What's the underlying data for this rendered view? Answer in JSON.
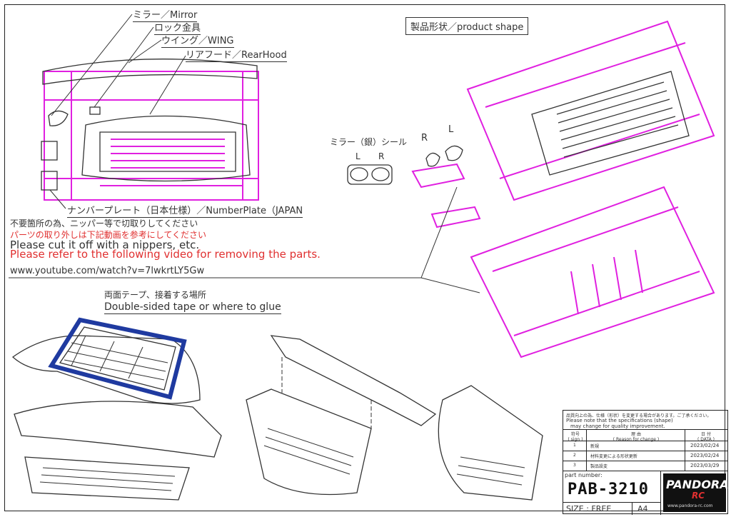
{
  "labels": {
    "mirror": "ミラー／Mirror",
    "lock": "ロック金具",
    "wing": "ウイング／WING",
    "rear_hood": "リアフード／RearHood",
    "product_shape": "製品形状／product shape",
    "mirror_seal": "ミラー（銀）シール",
    "L": "L",
    "R": "R",
    "number_plate": "ナンバープレート（日本仕様）／NumberPlate（JAPAN",
    "double_sided_jp": "両面テープ、接着する場所",
    "double_sided_en": "Double-sided tape or where to glue"
  },
  "instructions": {
    "jp1": "不要箇所の為、ニッパー等で切取りしてください",
    "jp2": "パーツの取り外しは下記動画を参考にしてください",
    "en1": "Please cut it off with a nippers, etc.",
    "en2": "Please refer to the following video for removing the parts.",
    "url": "www.youtube.com/watch?v=7lwkrtLY5Gw"
  },
  "titleblock": {
    "note_jp": "品質向上の為、仕様（形状）を変更する場合があります。ご了承ください。",
    "note_en1": "Please note that the specifications (shape)",
    "note_en2": "may change for quality improvement.",
    "col_sign": "符号\n( sign )",
    "col_reason": "理 由\n( Reason for change )",
    "col_date": "日 付\n( DATA )",
    "rows": [
      {
        "sign": "1",
        "reason": "新規",
        "date": "2023/02/24"
      },
      {
        "sign": "2",
        "reason": "材料変更による形状更新",
        "date": "2023/02/24"
      },
      {
        "sign": "3",
        "reason": "製品設変",
        "date": "2023/03/29"
      }
    ],
    "part_number_label": "part number:",
    "part_number": "PAB-3210",
    "size_label": "SIZE : FREE",
    "paper": "A4",
    "logo": "PANDORA",
    "logo_sub": "RC",
    "logo_url": "www.pandora-rc.com"
  },
  "colors": {
    "accent": "#e020e0",
    "blue": "#1f3aa0",
    "text": "#333333",
    "red": "#e03030"
  }
}
